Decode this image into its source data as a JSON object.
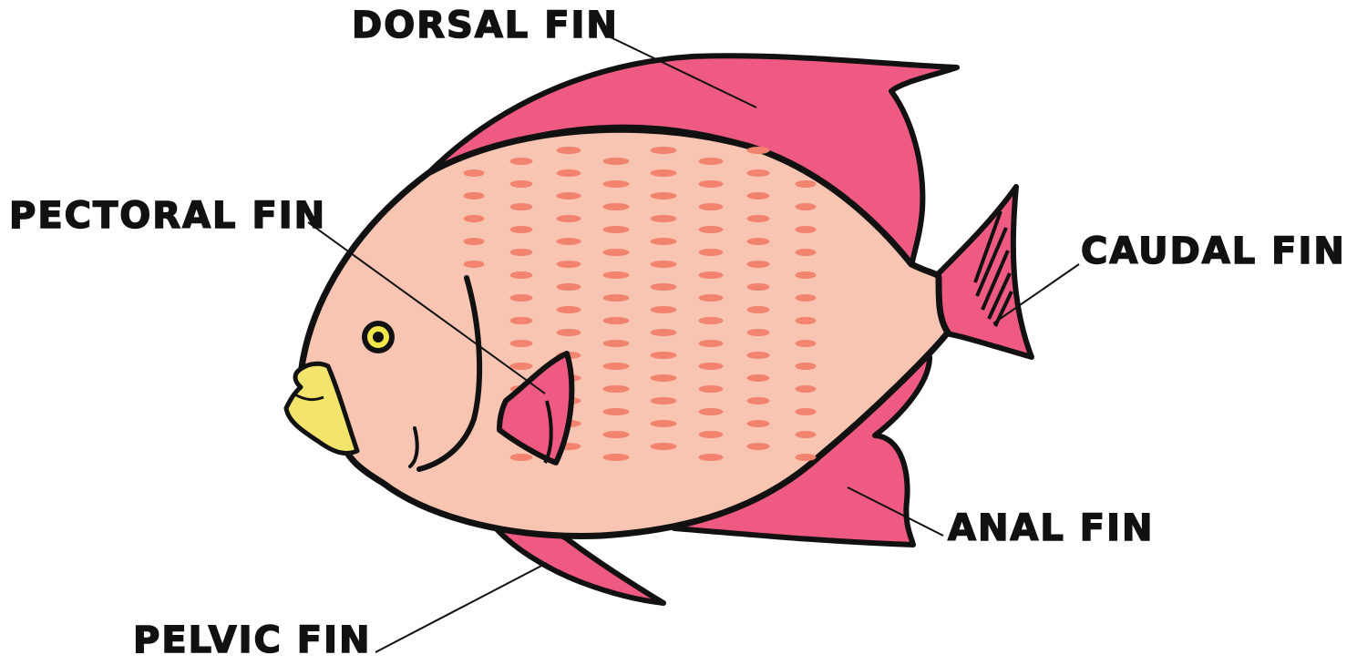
{
  "diagram": {
    "labels": {
      "dorsal": "DORSAL FIN",
      "pectoral": "PECTORAL FIN",
      "caudal": "CAUDAL FIN",
      "anal": "ANAL FIN",
      "pelvic": "PELVIC FIN"
    },
    "colors": {
      "body": "#f8c5b3",
      "fin": "#ef5a82",
      "spots": "#f2836f",
      "lips": "#f3e56b",
      "outline": "#111111",
      "eye": "#f1e64a"
    },
    "icons": [
      "fish-illustration"
    ]
  }
}
